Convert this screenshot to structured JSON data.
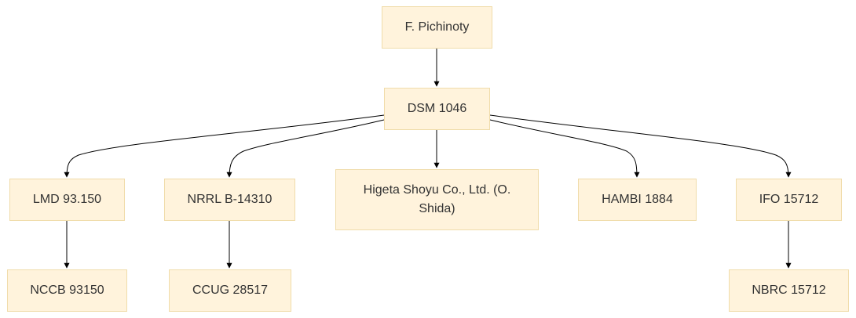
{
  "nodes": {
    "pichinoty": "F. Pichinoty",
    "dsm": "DSM 1046",
    "lmd": "LMD 93.150",
    "nrrl": "NRRL B-14310",
    "higeta": "Higeta Shoyu Co., Ltd. (O. Shida)",
    "hambi": "HAMBI 1884",
    "ifo": "IFO 15712",
    "nccb": "NCCB 93150",
    "ccug": "CCUG 28517",
    "nbrc": "NBRC 15712"
  },
  "edges": [
    [
      "pichinoty",
      "dsm"
    ],
    [
      "dsm",
      "lmd"
    ],
    [
      "dsm",
      "nrrl"
    ],
    [
      "dsm",
      "higeta"
    ],
    [
      "dsm",
      "hambi"
    ],
    [
      "dsm",
      "ifo"
    ],
    [
      "lmd",
      "nccb"
    ],
    [
      "nrrl",
      "ccug"
    ],
    [
      "ifo",
      "nbrc"
    ]
  ],
  "colors": {
    "node_fill": "#fff3dc",
    "node_border": "#f0dcaa",
    "edge": "#000000",
    "text": "#333333"
  }
}
